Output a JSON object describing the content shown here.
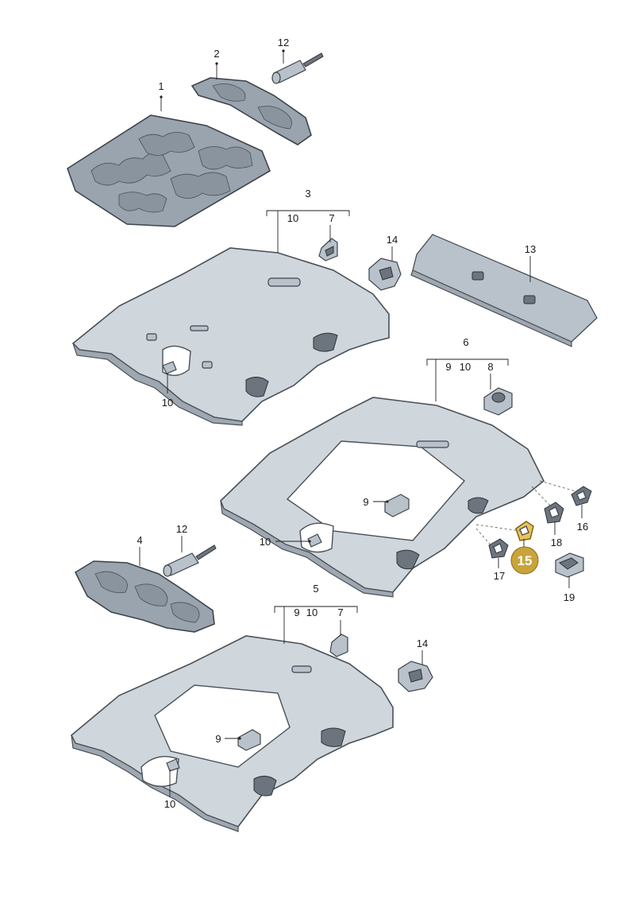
{
  "callouts": {
    "c1": "1",
    "c2": "2",
    "c3": "3",
    "c3_10": "10",
    "c3_7": "7",
    "c3_inner10": "10",
    "c4": "4",
    "c5": "5",
    "c5_9": "9",
    "c5_10": "10",
    "c5_7": "7",
    "c5_inner9": "9",
    "c5_inner10": "10",
    "c6": "6",
    "c6_9": "9",
    "c6_10": "10",
    "c6_8": "8",
    "c6_inner9": "9",
    "c6_inner10": "10",
    "c12a": "12",
    "c12b": "12",
    "c13": "13",
    "c14a": "14",
    "c14b": "14",
    "c15": "15",
    "c16": "16",
    "c17": "17",
    "c18": "18",
    "c19": "19"
  },
  "colors": {
    "highlight": "#c9a43a",
    "panel": "#cfd6dc",
    "outline": "#4a5058"
  }
}
